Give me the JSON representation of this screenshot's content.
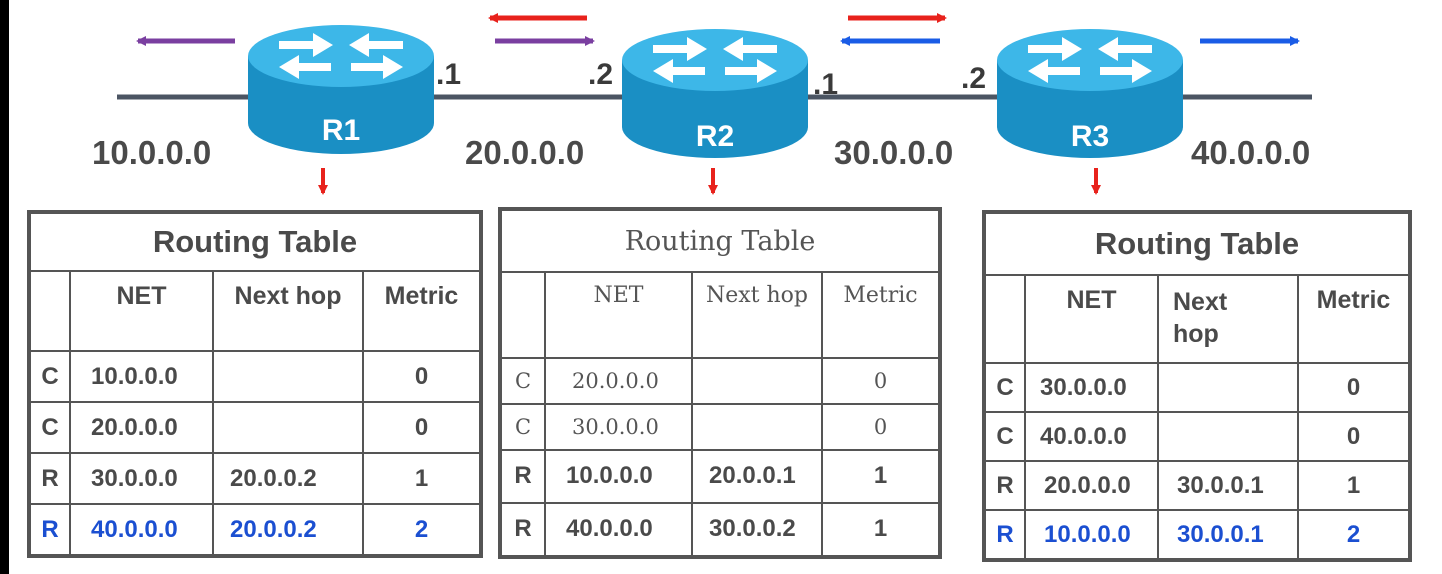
{
  "colors": {
    "purple_arrow": "#7a3fa0",
    "red_arrow": "#e8221c",
    "blue_arrow": "#1a5ce6",
    "router_body": "#1a8fc4",
    "router_top": "#3db7e8",
    "blue_row_text": "#1b4fd1"
  },
  "icons": [
    "router-icon",
    "arrow-left-icon",
    "arrow-right-icon",
    "arrow-down-icon"
  ],
  "networks": [
    "10.0.0.0",
    "20.0.0.0",
    "30.0.0.0",
    "40.0.0.0"
  ],
  "interfaces": {
    "r1_right": ".1",
    "r2_left": ".2",
    "r2_right": ".1",
    "r3_left": ".2"
  },
  "routers": [
    {
      "name": "R1",
      "table": {
        "title": "Routing Table",
        "headers": [
          "NET",
          "Next hop",
          "Metric"
        ],
        "rows": [
          {
            "code": "C",
            "net": "10.0.0.0",
            "hop": "",
            "metric": "0"
          },
          {
            "code": "C",
            "net": "20.0.0.0",
            "hop": "",
            "metric": "0"
          },
          {
            "code": "R",
            "net": "30.0.0.0",
            "hop": "20.0.0.2",
            "metric": "1"
          },
          {
            "code": "R",
            "net": "40.0.0.0",
            "hop": "20.0.0.2",
            "metric": "2"
          }
        ]
      }
    },
    {
      "name": "R2",
      "table": {
        "title": "Routing Table",
        "headers": [
          "NET",
          "Next hop",
          "Metric"
        ],
        "rows": [
          {
            "code": "C",
            "net": "20.0.0.0",
            "hop": "",
            "metric": "0"
          },
          {
            "code": "C",
            "net": "30.0.0.0",
            "hop": "",
            "metric": "0"
          },
          {
            "code": "R",
            "net": "10.0.0.0",
            "hop": "20.0.0.1",
            "metric": "1"
          },
          {
            "code": "R",
            "net": "40.0.0.0",
            "hop": "30.0.0.2",
            "metric": "1"
          }
        ]
      }
    },
    {
      "name": "R3",
      "table": {
        "title": "Routing Table",
        "headers": [
          "NET",
          "Next hop",
          "Metric"
        ],
        "rows": [
          {
            "code": "C",
            "net": "30.0.0.0",
            "hop": "",
            "metric": "0"
          },
          {
            "code": "C",
            "net": "40.0.0.0",
            "hop": "",
            "metric": "0"
          },
          {
            "code": "R",
            "net": "20.0.0.0",
            "hop": "30.0.0.1",
            "metric": "1"
          },
          {
            "code": "R",
            "net": "10.0.0.0",
            "hop": "30.0.0.1",
            "metric": "2"
          }
        ]
      }
    }
  ]
}
